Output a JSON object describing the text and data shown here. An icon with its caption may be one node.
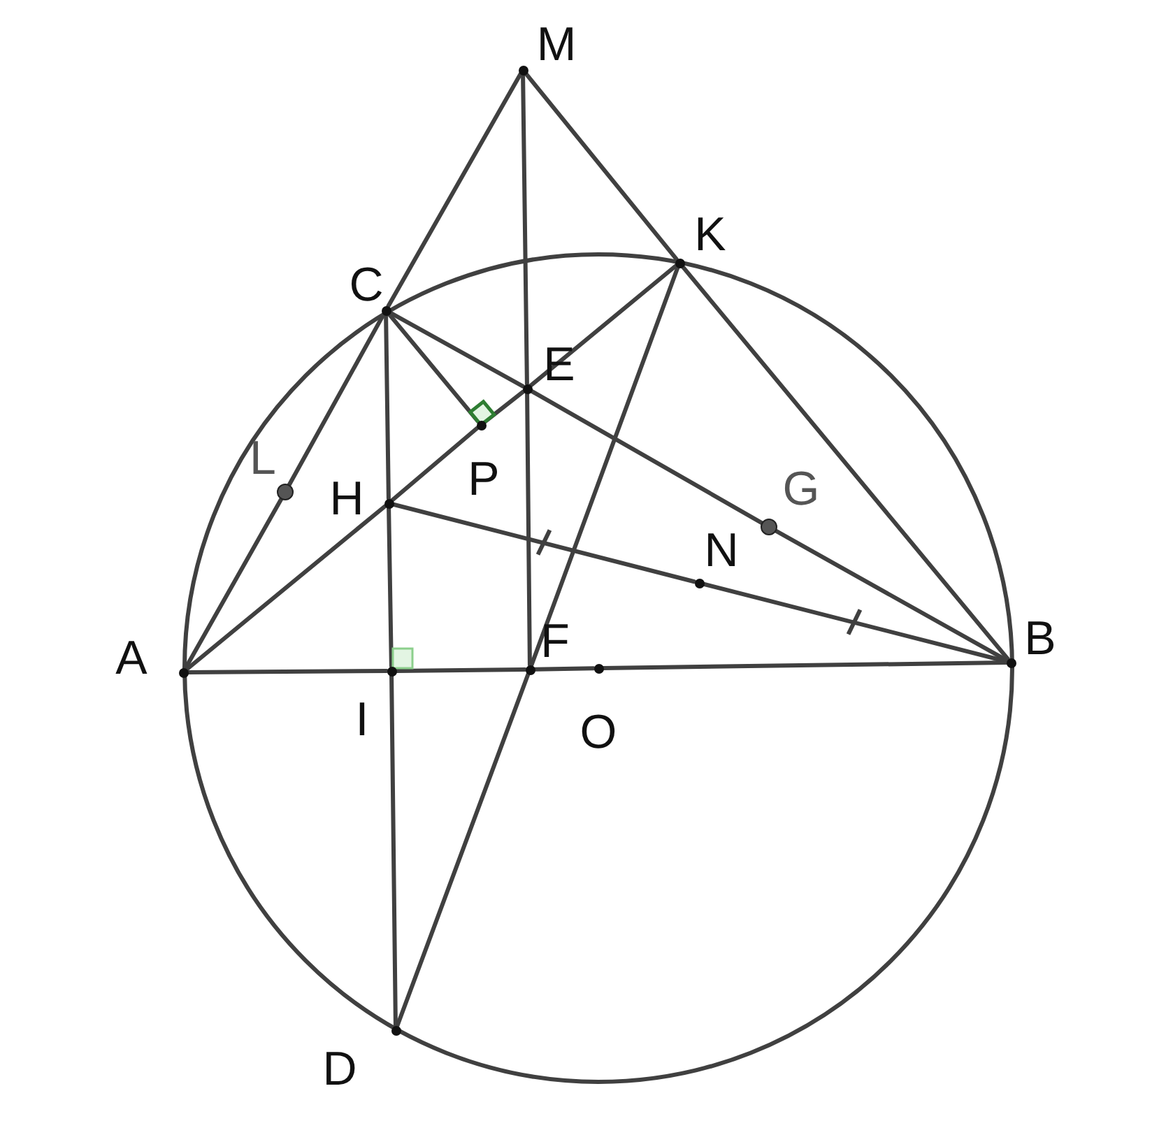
{
  "diagram": {
    "nodes": [
      {
        "text": [
          "M"
        ]
      },
      {
        "text": [
          "K"
        ]
      },
      {
        "text": [
          "C"
        ]
      },
      {
        "text": [
          "E"
        ]
      },
      {
        "text": [
          "P"
        ]
      },
      {
        "text": [
          "L"
        ]
      },
      {
        "text": [
          "H"
        ]
      },
      {
        "text": [
          "G"
        ]
      },
      {
        "text": [
          "N"
        ]
      },
      {
        "text": [
          "B"
        ]
      },
      {
        "text": [
          "A"
        ]
      },
      {
        "text": [
          "I"
        ]
      },
      {
        "text": [
          "F"
        ]
      },
      {
        "text": [
          "O"
        ]
      },
      {
        "text": [
          "D"
        ]
      }
    ],
    "edges": [
      {
        "from": 0,
        "to": 2,
        "arrow": "none"
      },
      {
        "from": 2,
        "to": 5,
        "arrow": "none"
      },
      {
        "from": 5,
        "to": 10,
        "arrow": "none"
      },
      {
        "from": 0,
        "to": 1,
        "arrow": "none"
      },
      {
        "from": 1,
        "to": 9,
        "arrow": "none"
      },
      {
        "from": 0,
        "to": 3,
        "arrow": "none"
      },
      {
        "from": 3,
        "to": 12,
        "arrow": "none"
      },
      {
        "from": 2,
        "to": 3,
        "arrow": "none"
      },
      {
        "from": 3,
        "to": 7,
        "arrow": "none"
      },
      {
        "from": 7,
        "to": 9,
        "arrow": "none"
      },
      {
        "from": 1,
        "to": 3,
        "arrow": "none"
      },
      {
        "from": 1,
        "to": 12,
        "arrow": "none"
      },
      {
        "from": 12,
        "to": 14,
        "arrow": "none"
      },
      {
        "from": 2,
        "to": 6,
        "arrow": "none"
      },
      {
        "from": 6,
        "to": 11,
        "arrow": "none"
      },
      {
        "from": 11,
        "to": 14,
        "arrow": "none"
      },
      {
        "from": 10,
        "to": 6,
        "arrow": "none"
      },
      {
        "from": 6,
        "to": 4,
        "arrow": "none"
      },
      {
        "from": 4,
        "to": 3,
        "arrow": "none"
      },
      {
        "from": 2,
        "to": 4,
        "arrow": "none"
      },
      {
        "from": 6,
        "to": 8,
        "arrow": "none"
      },
      {
        "from": 8,
        "to": 9,
        "arrow": "none"
      },
      {
        "from": 10,
        "to": 11,
        "arrow": "none"
      },
      {
        "from": 11,
        "to": 12,
        "arrow": "none"
      },
      {
        "from": 12,
        "to": 13,
        "arrow": "none"
      },
      {
        "from": 13,
        "to": 9,
        "arrow": "none"
      }
    ]
  }
}
